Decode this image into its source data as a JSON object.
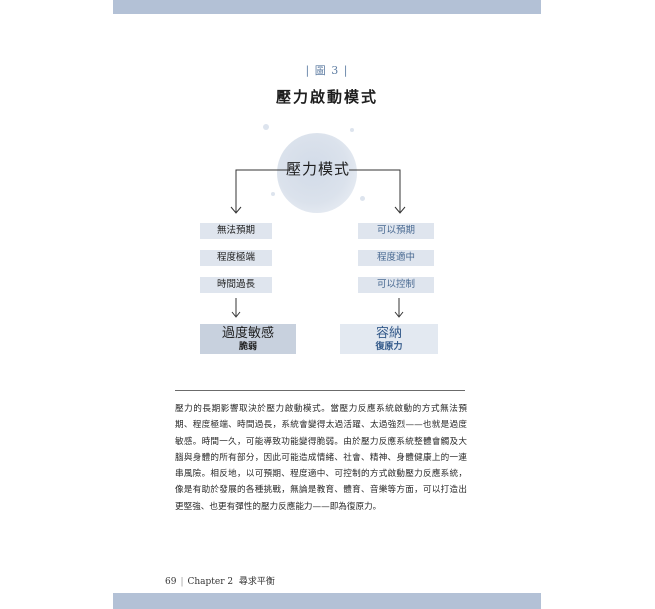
{
  "figure": {
    "label": "| 圖 3 |",
    "title": "壓力啟動模式",
    "center": "壓力模式",
    "left_items": [
      "無法預期",
      "程度極端",
      "時間過長"
    ],
    "right_items": [
      "可以預期",
      "程度適中",
      "可以控制"
    ],
    "left_result": {
      "title": "過度敏感",
      "subtitle": "脆弱"
    },
    "right_result": {
      "title": "容納",
      "subtitle": "復原力"
    }
  },
  "body_text": "壓力的長期影響取決於壓力啟動模式。當壓力反應系統啟動的方式無法預期、程度極端、時間過長，系統會變得太過活躍、太過強烈——也就是過度敏感。時間一久，可能導致功能變得脆弱。由於壓力反應系統整體會觸及大腦與身體的所有部分，因此可能造成情緒、社會、精神、身體健康上的一連串風險。相反地，以可預期、程度適中、可控制的方式啟動壓力反應系統，像是有助於發展的各種挑戰，無論是教育、體育、音樂等方面，可以打造出更堅強、也更有彈性的壓力反應能力——即為復原力。",
  "footer": {
    "page_number": "69",
    "chapter": "Chapter 2",
    "chapter_title": "尋求平衡"
  },
  "colors": {
    "band": "#b3c1d6",
    "accent": "#5f7ea3",
    "box_fill": "#dfe5ee"
  }
}
